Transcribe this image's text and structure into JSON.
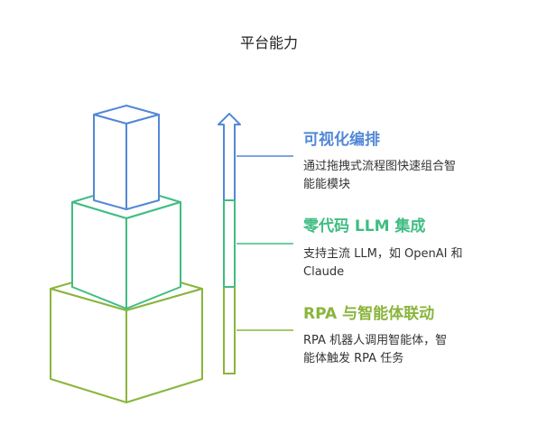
{
  "title": "平台能力",
  "colors": {
    "blue": "#5288d6",
    "green": "#3fbd82",
    "olive": "#8ab53c"
  },
  "levels": [
    {
      "title": "可视化编排",
      "desc": "通过拖拽式流程图快速组合智能能模块",
      "color": "#5288d6"
    },
    {
      "title": "零代码 LLM 集成",
      "desc": "支持主流 LLM，如 OpenAI 和 Claude",
      "color": "#3fbd82"
    },
    {
      "title": "RPA 与智能体联动",
      "desc": "RPA 机器人调用智能体，智能体触发 RPA 任务",
      "color": "#8ab53c"
    }
  ]
}
